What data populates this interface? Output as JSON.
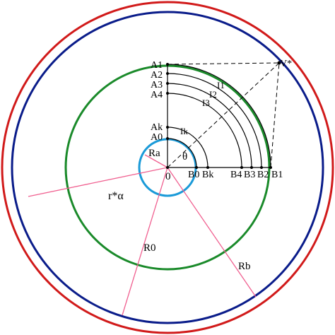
{
  "colors": {
    "outer_red": "#d11a1a",
    "outer_blue": "#0a1c8a",
    "green": "#1a8a2a",
    "inner_blue": "#1a9ad8",
    "pink": "#f06090",
    "black": "#000000",
    "background": "#ffffff"
  },
  "labels": {
    "A1": "A1",
    "A2": "A2",
    "A3": "A3",
    "A4": "A4",
    "Ak": "Ak",
    "A0": "A0",
    "I1": "I1",
    "I2": "I2",
    "I3": "I3",
    "Ik": "Ik",
    "B0": "B0",
    "Bk": "Bk",
    "B4": "B4",
    "B3": "B3",
    "B2": "B2",
    "B1": "B1",
    "Vstar": "V*",
    "Ra": "Ra",
    "theta": "θ",
    "O": "0",
    "r_star_alpha": "r*α",
    "R0": "R0",
    "Rb": "Rb"
  }
}
